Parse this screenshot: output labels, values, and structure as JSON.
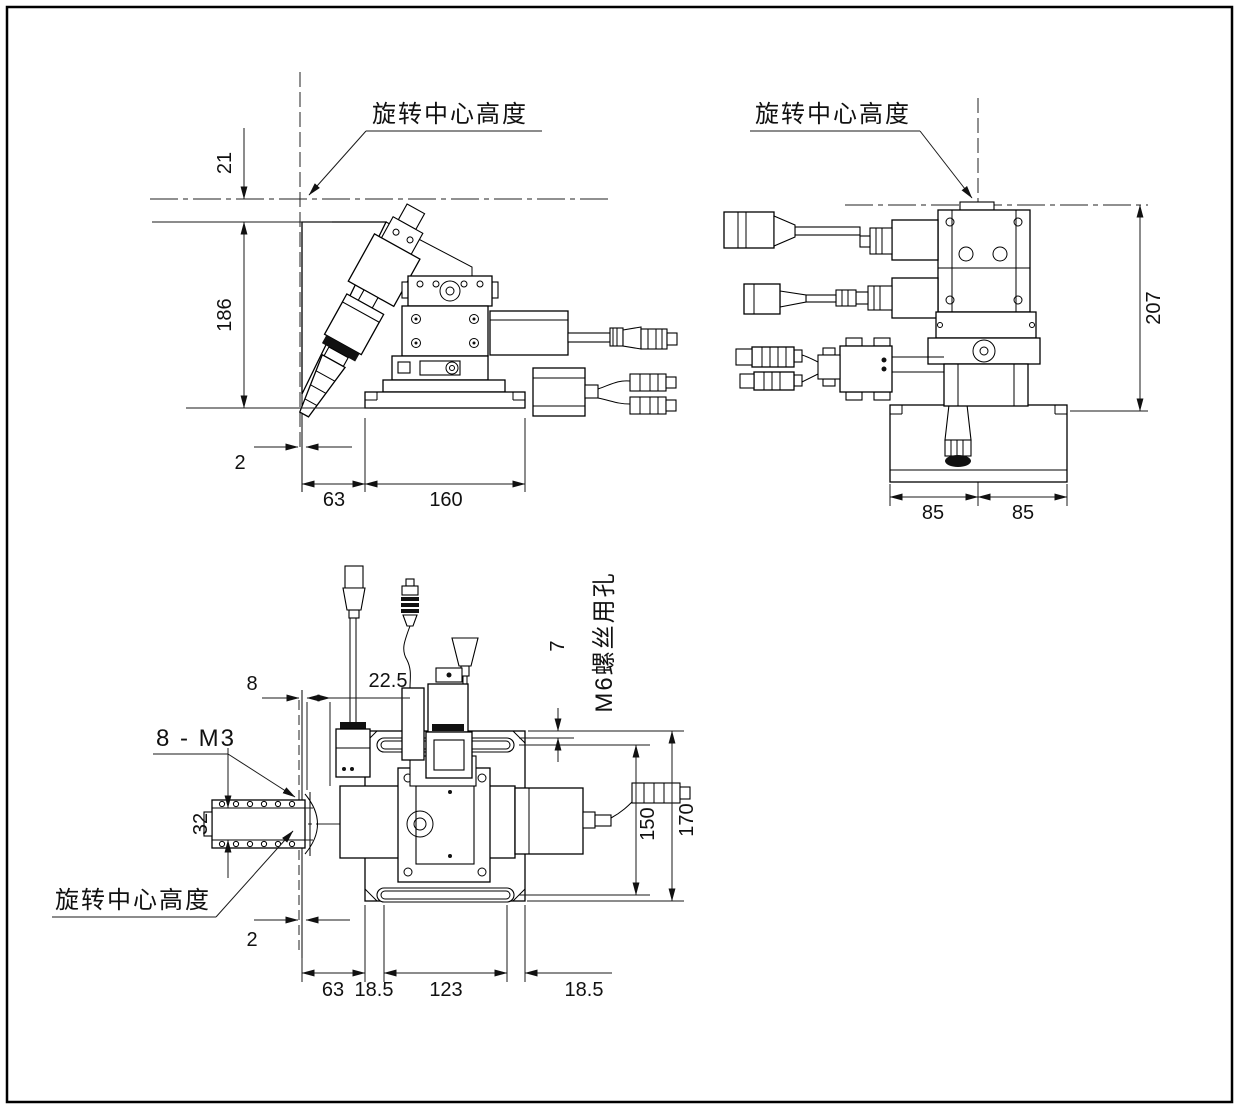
{
  "side_view": {
    "rotation_label": "旋转中心高度",
    "dim_21": "21",
    "dim_186": "186",
    "dim_2": "2",
    "dim_63": "63",
    "dim_160": "160"
  },
  "front_view": {
    "rotation_label": "旋转中心高度",
    "dim_207": "207",
    "dim_85_left": "85",
    "dim_85_right": "85"
  },
  "plan_view": {
    "rotation_label": "旋转中心高度",
    "screw_label": "8 - M3",
    "m6_label": "M6螺丝用孔",
    "dim_8": "8",
    "dim_22_5": "22.5",
    "dim_7": "7",
    "dim_32": "32",
    "dim_2": "2",
    "dim_63": "63",
    "dim_18_5_left": "18.5",
    "dim_123": "123",
    "dim_18_5_right": "18.5",
    "dim_150": "150",
    "dim_170": "170"
  }
}
